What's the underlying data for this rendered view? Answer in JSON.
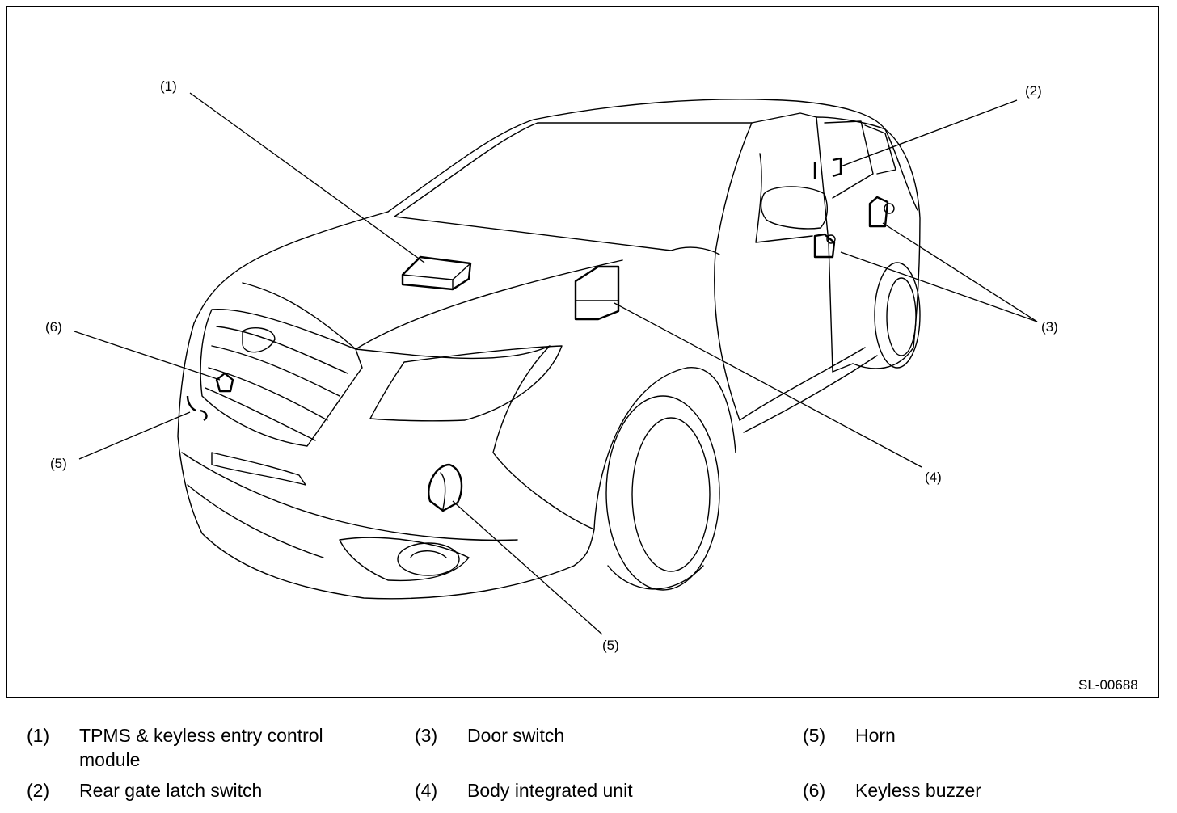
{
  "figure": {
    "id": "SL-00688",
    "callouts": {
      "c1": "(1)",
      "c2": "(2)",
      "c3": "(3)",
      "c4": "(4)",
      "c5a": "(5)",
      "c5b": "(5)",
      "c6": "(6)"
    }
  },
  "legend": [
    {
      "num": "(1)",
      "text": "TPMS & keyless entry control module"
    },
    {
      "num": "(2)",
      "text": "Rear gate latch switch"
    },
    {
      "num": "(3)",
      "text": "Door switch"
    },
    {
      "num": "(4)",
      "text": "Body integrated unit"
    },
    {
      "num": "(5)",
      "text": "Horn"
    },
    {
      "num": "(6)",
      "text": "Keyless buzzer"
    }
  ]
}
